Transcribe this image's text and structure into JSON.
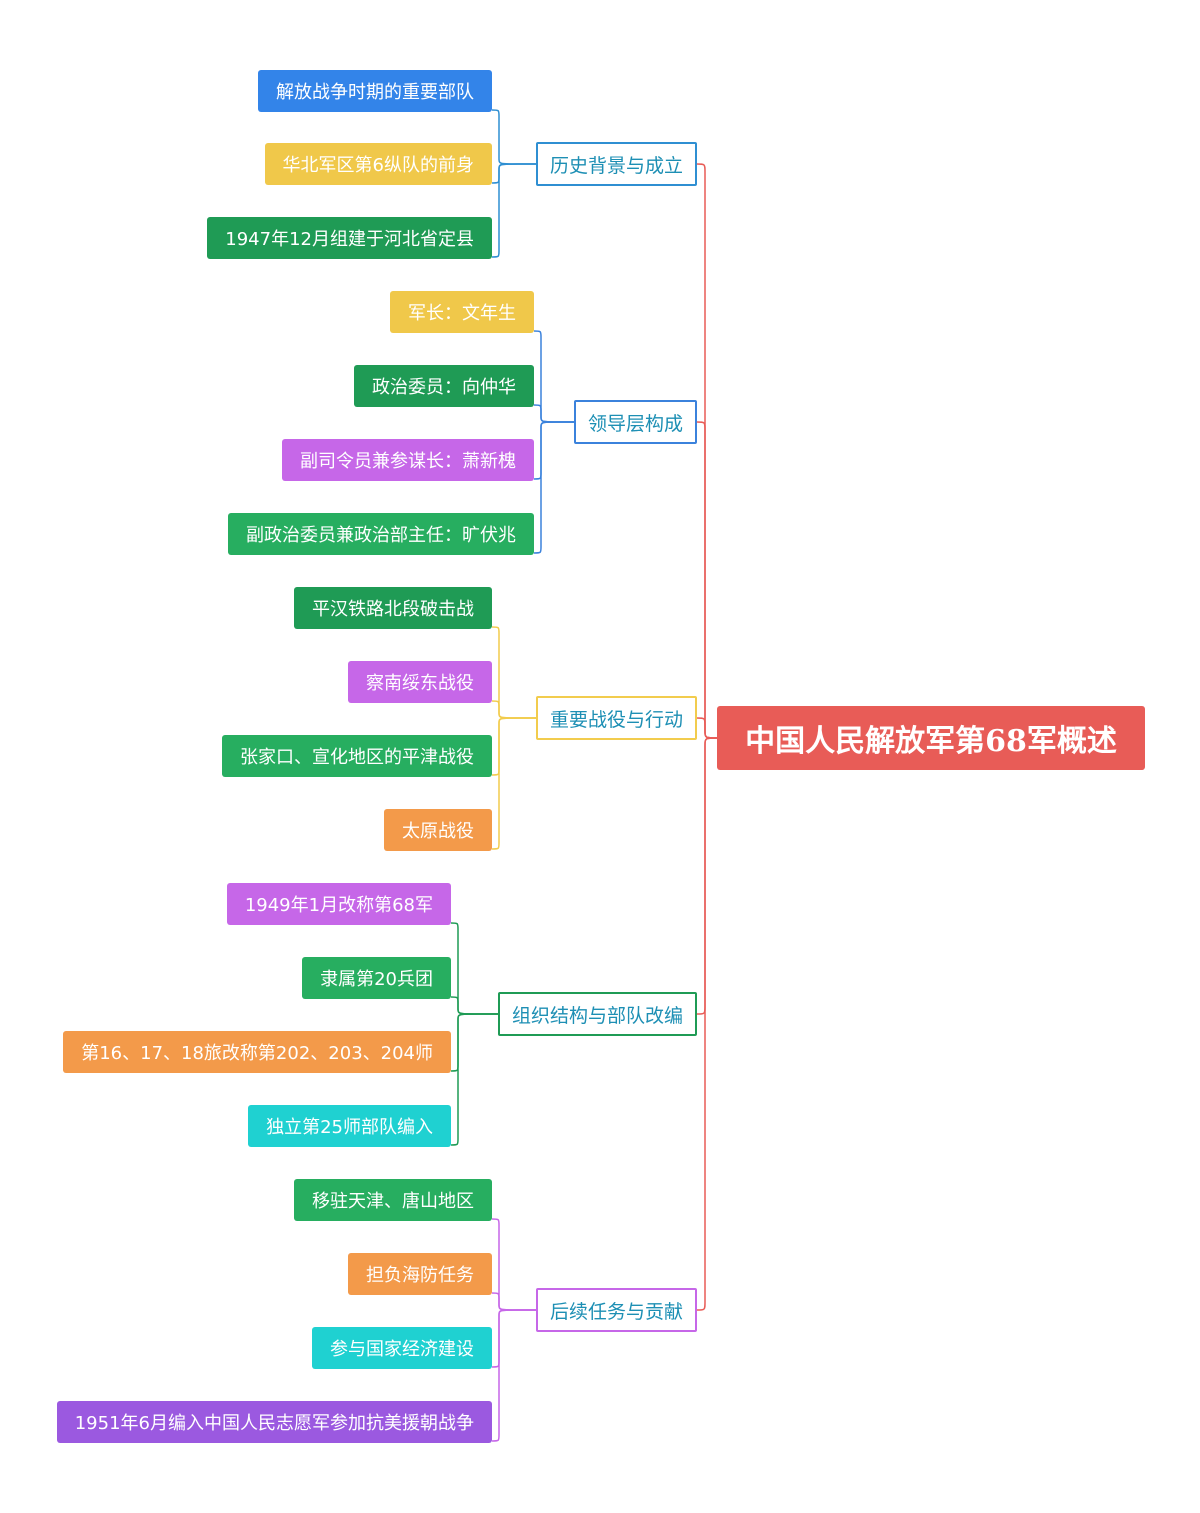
{
  "root": {
    "label": "中国人民解放军第68军概述",
    "color": "#e85c57"
  },
  "branches": [
    {
      "label": "历史背景与成立",
      "color": "#2f8fd2",
      "leaves": [
        {
          "label": "解放战争时期的重要部队",
          "color": "#3384e9"
        },
        {
          "label": "华北军区第6纵队的前身",
          "color": "#f0c84a"
        },
        {
          "label": "1947年12月组建于河北省定县",
          "color": "#1f9b55"
        }
      ]
    },
    {
      "label": "领导层构成",
      "color": "#3b82dc",
      "leaves": [
        {
          "label": "军长：文年生",
          "color": "#f0c84a"
        },
        {
          "label": "政治委员：向仲华",
          "color": "#1f9b55"
        },
        {
          "label": "副司令员兼参谋长：萧新槐",
          "color": "#c667e8"
        },
        {
          "label": "副政治委员兼政治部主任：旷伏兆",
          "color": "#27ae60"
        }
      ]
    },
    {
      "label": "重要战役与行动",
      "color": "#f2cc4d",
      "leaves": [
        {
          "label": "平汉铁路北段破击战",
          "color": "#1f9b55"
        },
        {
          "label": "察南绥东战役",
          "color": "#c667e8"
        },
        {
          "label": "张家口、宣化地区的平津战役",
          "color": "#27ae60"
        },
        {
          "label": "太原战役",
          "color": "#f39a4a"
        }
      ]
    },
    {
      "label": "组织结构与部队改编",
      "color": "#1f9b55",
      "leaves": [
        {
          "label": "1949年1月改称第68军",
          "color": "#c667e8"
        },
        {
          "label": "隶属第20兵团",
          "color": "#27ae60"
        },
        {
          "label": "第16、17、18旅改称第202、203、204师",
          "color": "#f39a4a"
        },
        {
          "label": "独立第25师部队编入",
          "color": "#1fd1d1"
        }
      ]
    },
    {
      "label": "后续任务与贡献",
      "color": "#c667e8",
      "leaves": [
        {
          "label": "移驻天津、唐山地区",
          "color": "#27ae60"
        },
        {
          "label": "担负海防任务",
          "color": "#f39a4a"
        },
        {
          "label": "参与国家经济建设",
          "color": "#1fd1d1"
        },
        {
          "label": "1951年6月编入中国人民志愿军参加抗美援朝战争",
          "color": "#9b59e0"
        }
      ]
    }
  ]
}
